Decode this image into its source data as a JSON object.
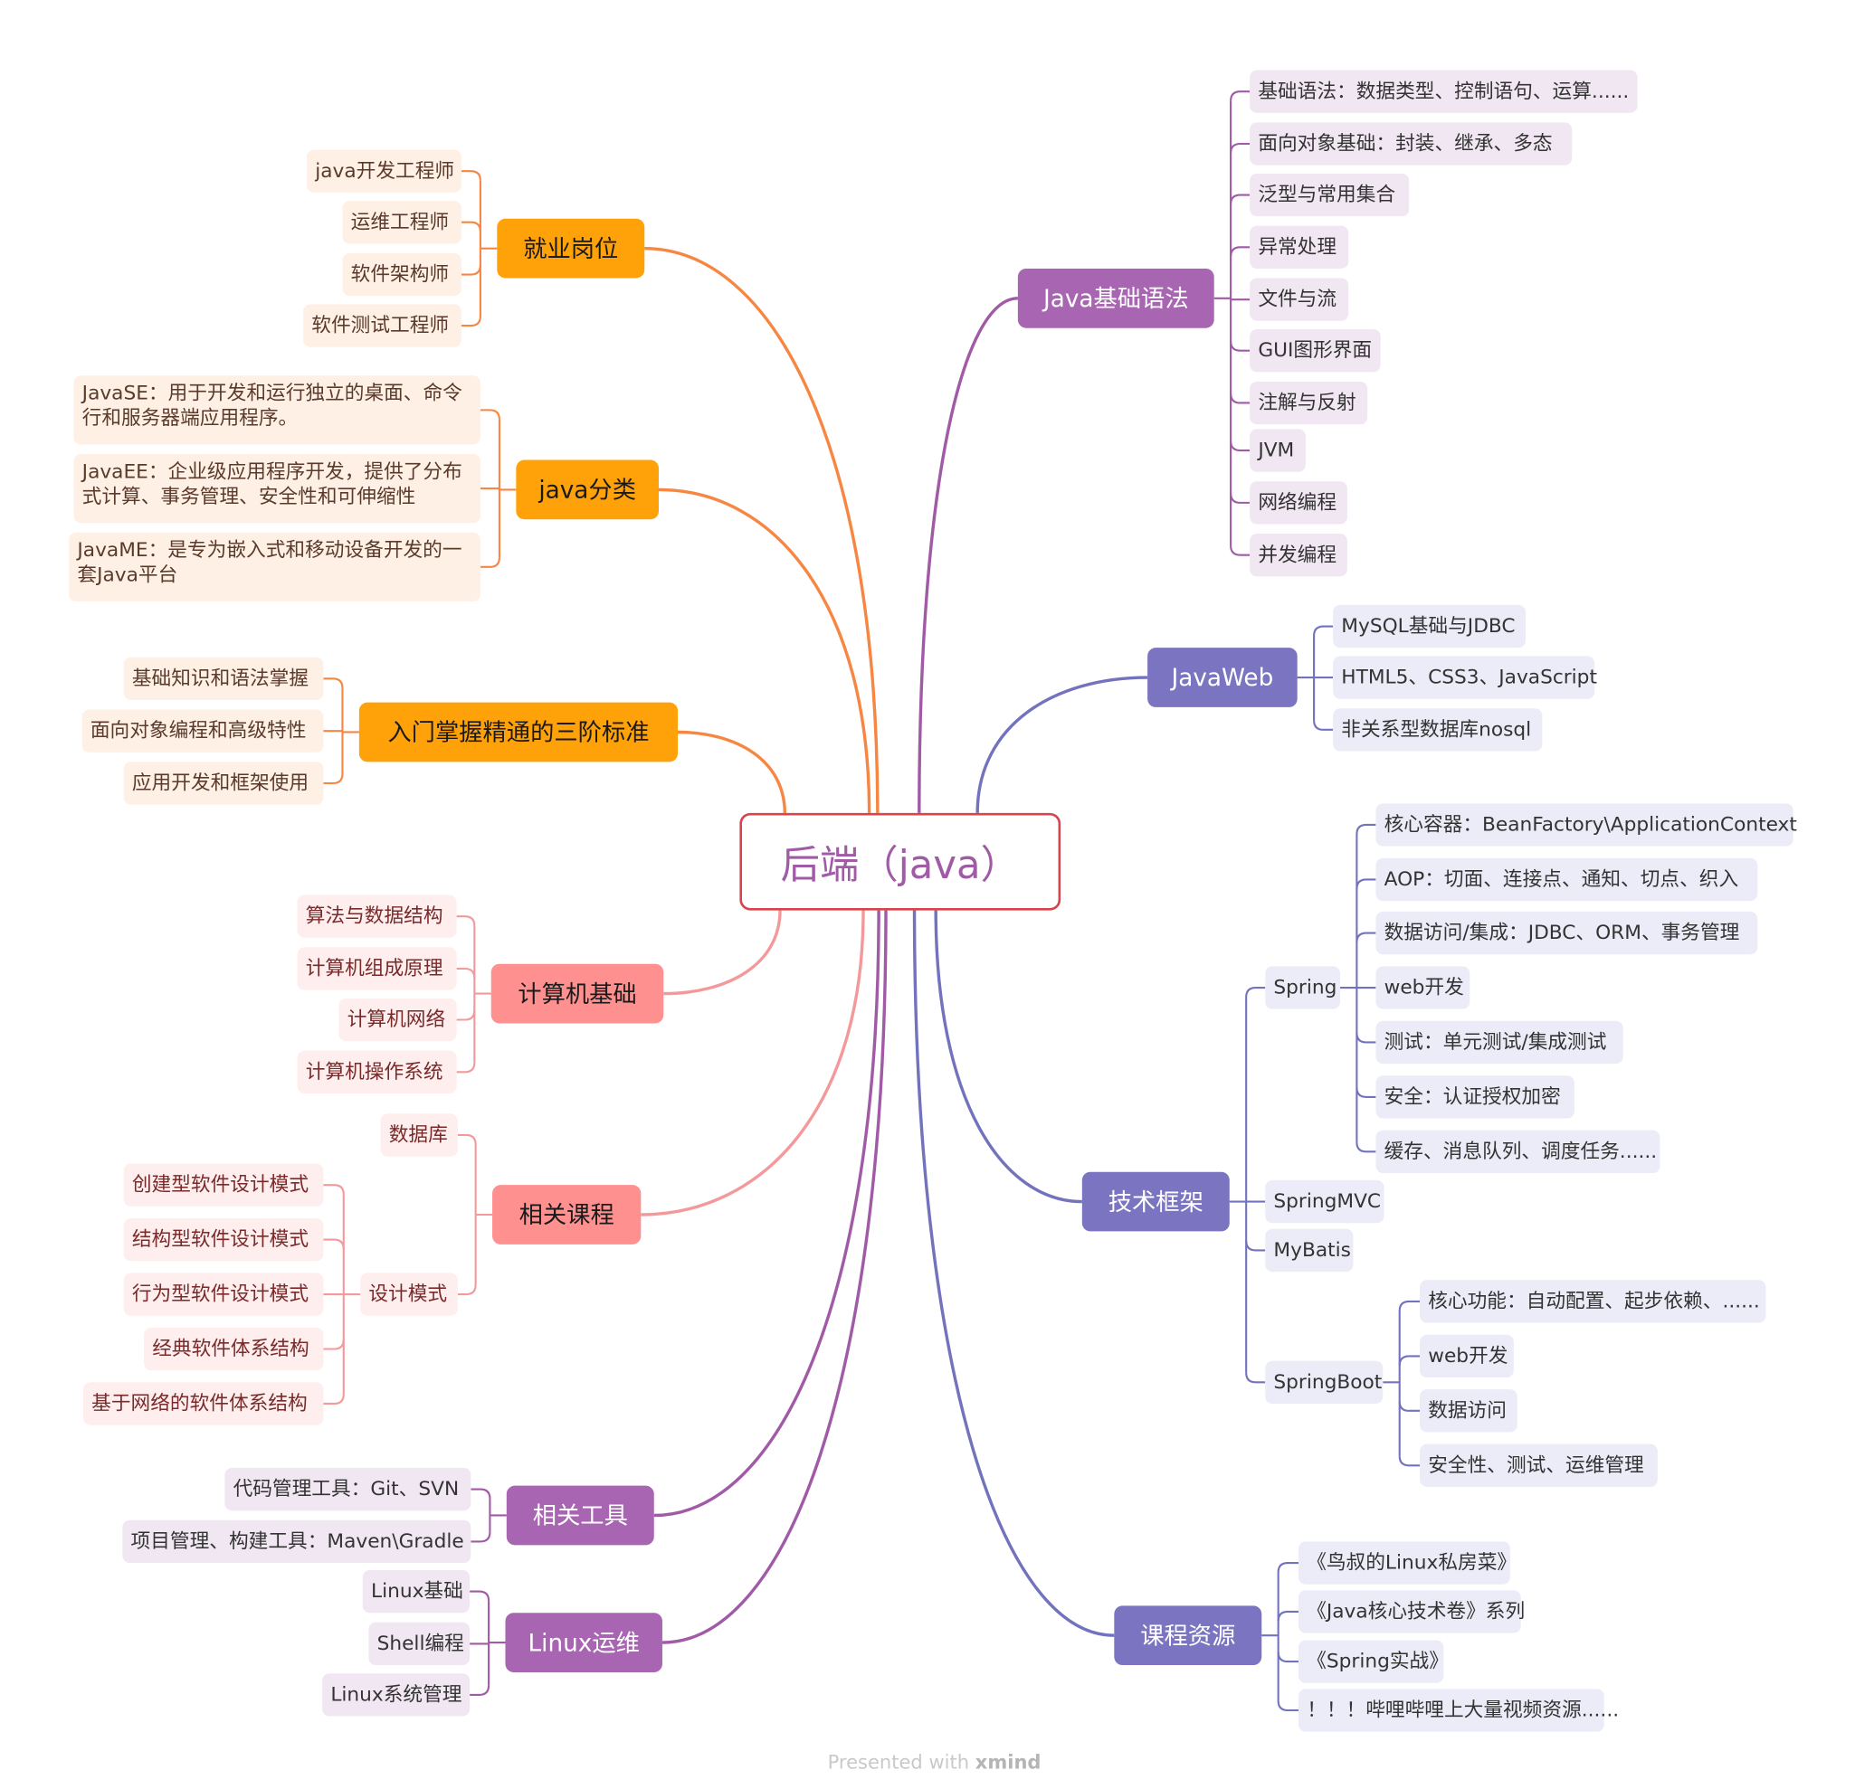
{
  "root": {
    "label": "后端（java）"
  },
  "colors": {
    "orange": "#f68642",
    "orange_fill": "#ffa20a",
    "orange_sub": "#fff0e6",
    "pink": "#f4999b",
    "pink_fill": "#ff9090",
    "pink_sub": "#ffeeee",
    "purple": "#a05aa6",
    "purple_fill": "#a865b1",
    "purple_sub": "#f1e7f2",
    "blue": "#7373bd",
    "blue_fill": "#7b74c0",
    "blue_sub": "#ececf8",
    "root_border": "#d8434c"
  },
  "branches": [
    {
      "id": "jobs",
      "label": "就业岗位",
      "side": "left",
      "theme": "orange",
      "children": [
        {
          "label": "java开发工程师"
        },
        {
          "label": "运维工程师"
        },
        {
          "label": "软件架构师"
        },
        {
          "label": "软件测试工程师"
        }
      ]
    },
    {
      "id": "javatype",
      "label": "java分类",
      "side": "left",
      "theme": "orange",
      "children": [
        {
          "label": "JavaSE：用于开发和运行独立的桌面、命令行和服务器端应用程序。"
        },
        {
          "label": "JavaEE：企业级应用程序开发，提供了分布式计算、事务管理、安全性和可伸缩性"
        },
        {
          "label": "JavaME：是专为嵌入式和移动设备开发的一套Java平台"
        }
      ]
    },
    {
      "id": "stages",
      "label": "入门掌握精通的三阶标准",
      "side": "left",
      "theme": "orange",
      "children": [
        {
          "label": "基础知识和语法掌握"
        },
        {
          "label": "面向对象编程和高级特性"
        },
        {
          "label": "应用开发和框架使用"
        }
      ]
    },
    {
      "id": "csbasics",
      "label": "计算机基础",
      "side": "left",
      "theme": "pink",
      "children": [
        {
          "label": "算法与数据结构"
        },
        {
          "label": "计算机组成原理"
        },
        {
          "label": "计算机网络"
        },
        {
          "label": "计算机操作系统"
        }
      ]
    },
    {
      "id": "courses",
      "label": "相关课程",
      "side": "left",
      "theme": "pink",
      "children": [
        {
          "label": "数据库"
        },
        {
          "label": "设计模式",
          "children": [
            {
              "label": "创建型软件设计模式"
            },
            {
              "label": "结构型软件设计模式"
            },
            {
              "label": "行为型软件设计模式"
            },
            {
              "label": "经典软件体系结构"
            },
            {
              "label": "基于网络的软件体系结构"
            }
          ]
        }
      ]
    },
    {
      "id": "tools",
      "label": "相关工具",
      "side": "left",
      "theme": "purple",
      "children": [
        {
          "label": "代码管理工具：Git、SVN"
        },
        {
          "label": "项目管理、构建工具：Maven\\Gradle"
        }
      ]
    },
    {
      "id": "linux",
      "label": "Linux运维",
      "side": "left",
      "theme": "purple",
      "children": [
        {
          "label": "Linux基础"
        },
        {
          "label": "Shell编程"
        },
        {
          "label": "Linux系统管理"
        }
      ]
    },
    {
      "id": "javabasic",
      "label": "Java基础语法",
      "side": "right",
      "theme": "purple",
      "children": [
        {
          "label": "基础语法：数据类型、控制语句、运算......"
        },
        {
          "label": "面向对象基础：封装、继承、多态"
        },
        {
          "label": "泛型与常用集合"
        },
        {
          "label": "异常处理"
        },
        {
          "label": "文件与流"
        },
        {
          "label": "GUI图形界面"
        },
        {
          "label": "注解与反射"
        },
        {
          "label": "JVM"
        },
        {
          "label": "网络编程"
        },
        {
          "label": "并发编程"
        }
      ]
    },
    {
      "id": "javaweb",
      "label": "JavaWeb",
      "side": "right",
      "theme": "blue",
      "children": [
        {
          "label": "MySQL基础与JDBC"
        },
        {
          "label": "HTML5、CSS3、JavaScript"
        },
        {
          "label": "非关系型数据库nosql"
        }
      ]
    },
    {
      "id": "frameworks",
      "label": "技术框架",
      "side": "right",
      "theme": "blue",
      "children": [
        {
          "label": "Spring",
          "children": [
            {
              "label": "核心容器：BeanFactory\\ApplicationContext"
            },
            {
              "label": "AOP：切面、连接点、通知、切点、织入"
            },
            {
              "label": "数据访问/集成：JDBC、ORM、事务管理"
            },
            {
              "label": "web开发"
            },
            {
              "label": "测试：单元测试/集成测试"
            },
            {
              "label": "安全：认证授权加密"
            },
            {
              "label": "缓存、消息队列、调度任务......"
            }
          ]
        },
        {
          "label": "SpringMVC"
        },
        {
          "label": "MyBatis"
        },
        {
          "label": "SpringBoot",
          "children": [
            {
              "label": "核心功能：自动配置、起步依赖、......"
            },
            {
              "label": "web开发"
            },
            {
              "label": "数据访问"
            },
            {
              "label": "安全性、测试、运维管理"
            }
          ]
        }
      ]
    },
    {
      "id": "resources",
      "label": "课程资源",
      "side": "right",
      "theme": "blue",
      "children": [
        {
          "label": "《鸟叔的Linux私房菜》"
        },
        {
          "label": "《Java核心技术卷》系列"
        },
        {
          "label": "《Spring实战》"
        },
        {
          "label": "！！！哔哩哔哩上大量视频资源......"
        }
      ]
    }
  ],
  "footer": {
    "prefix": "Presented with ",
    "brand": "xmind"
  }
}
